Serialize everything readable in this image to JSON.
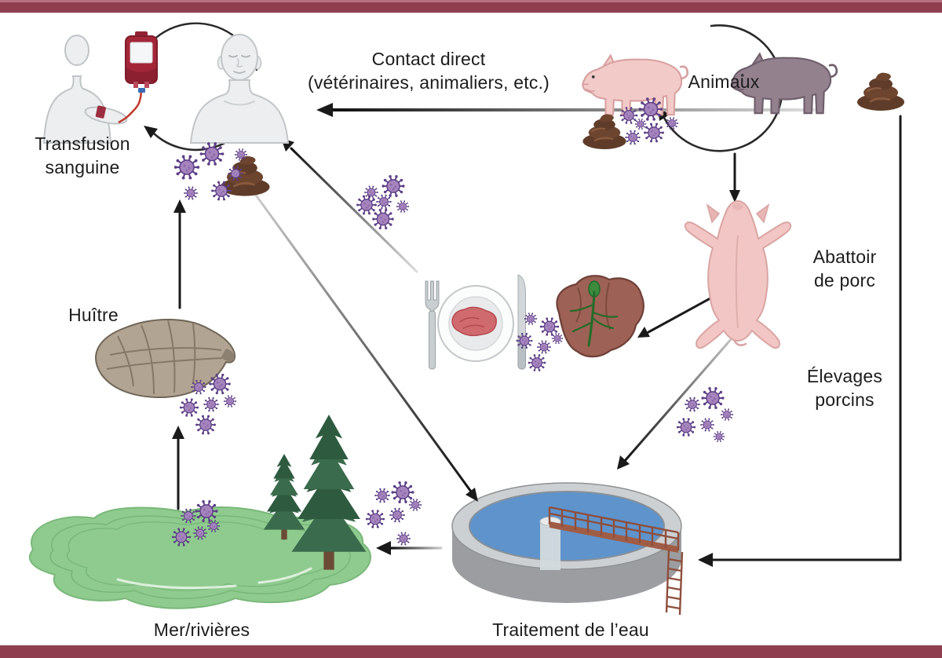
{
  "diagram_title_implicit": "Cycle de transmission du virus de l'hépatite E",
  "labels": {
    "transfusion": "Transfusion\nsanguine",
    "contact_direct": "Contact direct\n(vétérinaires, animaliers, etc.)",
    "animaux": "Animaux",
    "abattoir": "Abattoir\nde porc",
    "elevages": "Élevages\nporcins",
    "huitre": "Huître",
    "mer_rivieres": "Mer/rivières",
    "traitement_eau": "Traitement de l’eau"
  },
  "icons": [
    "human-figure",
    "blood-bag-icon",
    "virus-icon",
    "feces-icon",
    "pig-icon",
    "wild-boar-icon",
    "slaughtered-pig-icon",
    "fork-icon",
    "plate-meat-icon",
    "knife-icon",
    "pork-liver-icon",
    "oyster-icon",
    "lake-illustration",
    "conifer-tree-icon",
    "water-treatment-tank-icon"
  ],
  "palette": {
    "frame_maroon": "#8f3e50",
    "frame_maroon_light": "#b5707e",
    "arrow_black": "#1a1a1a",
    "virus_body": "#a583bd",
    "virus_spike": "#5d3f86",
    "pig_pink": "#f2cbc9",
    "boar_gray": "#93818e",
    "feces_brown": "#5f3c29",
    "human_gray": "#eceeef",
    "blood_red": "#a32638",
    "liver_brown": "#9d6155",
    "vessel_green": "#2e7d32",
    "oyster_beige": "#b2a492",
    "tank_water_blue": "#5e93cc",
    "lake_blue": "#c6e8f2",
    "sand": "#ead9c8",
    "grass_green": "#8fcb8f",
    "tree_green": "#2e5b40",
    "walkway_rust": "#9a5a44"
  }
}
